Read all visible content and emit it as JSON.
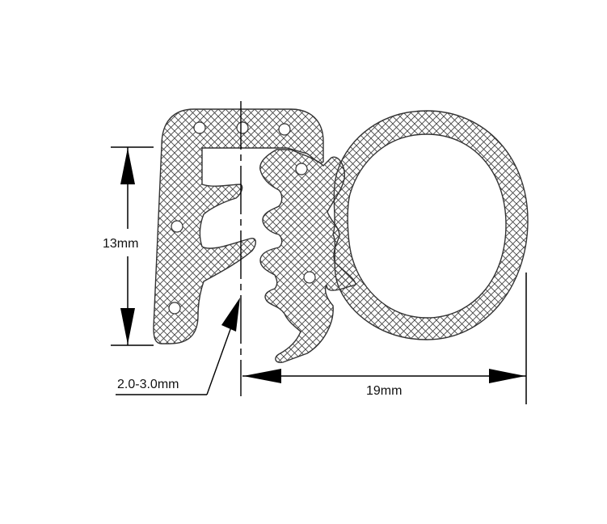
{
  "diagram": {
    "type": "technical-drawing",
    "subject": "rubber edge trim seal cross-section with bulb",
    "colors": {
      "outline": "#333333",
      "hatch": "#444444",
      "dimension": "#000000",
      "background": "#ffffff"
    },
    "dimensions": {
      "height": {
        "label": "13mm"
      },
      "gap": {
        "label": "2.0-3.0mm"
      },
      "width": {
        "label": "19mm"
      }
    }
  }
}
